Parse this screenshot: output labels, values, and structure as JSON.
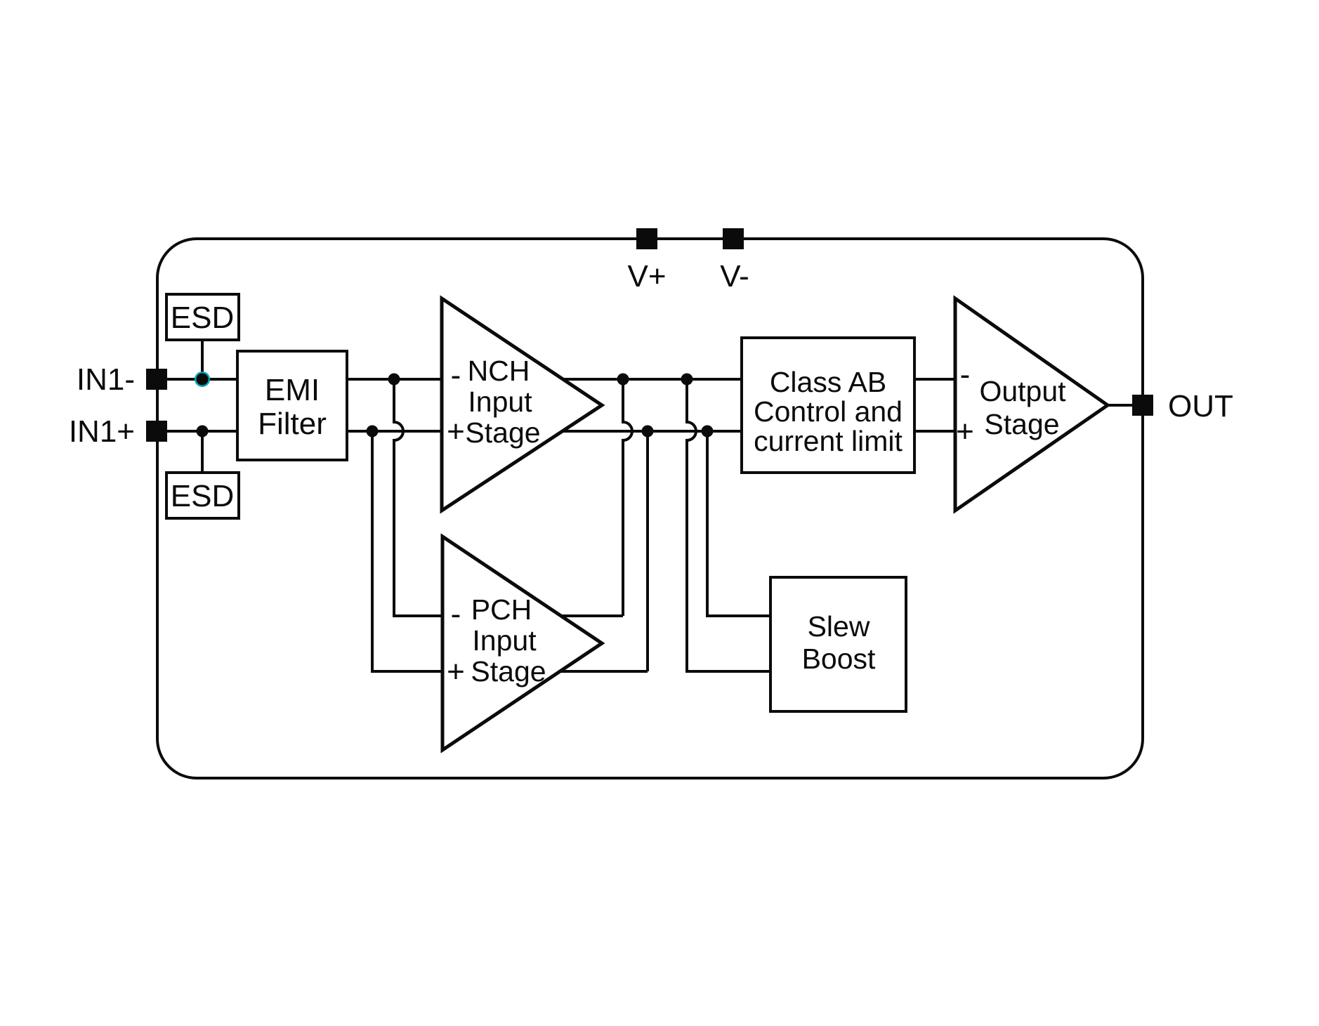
{
  "colors": {
    "wire": "#0b0b0b",
    "teal_junction": "#00a4ad",
    "background": "#ffffff"
  },
  "pins": {
    "in1_minus": "IN1-",
    "in1_plus": "IN1+",
    "v_plus": "V+",
    "v_minus": "V-",
    "out": "OUT"
  },
  "blocks": {
    "esd_top": "ESD",
    "esd_bottom": "ESD",
    "emi": {
      "line1": "EMI",
      "line2": "Filter"
    },
    "class_ab": {
      "line1": "Class AB",
      "line2": "Control and",
      "line3": "current limit"
    },
    "slew": {
      "line1": "Slew",
      "line2": "Boost"
    }
  },
  "amplifiers": {
    "nch": {
      "sign_minus": "-",
      "sign_plus": "+",
      "line1": "NCH",
      "line2": "Input",
      "line3": "Stage"
    },
    "pch": {
      "sign_minus": "-",
      "sign_plus": "+",
      "line1": "PCH",
      "line2": "Input",
      "line3": "Stage"
    },
    "output": {
      "sign_minus": "-",
      "sign_plus": "+",
      "line1": "Output",
      "line2": "Stage"
    }
  }
}
